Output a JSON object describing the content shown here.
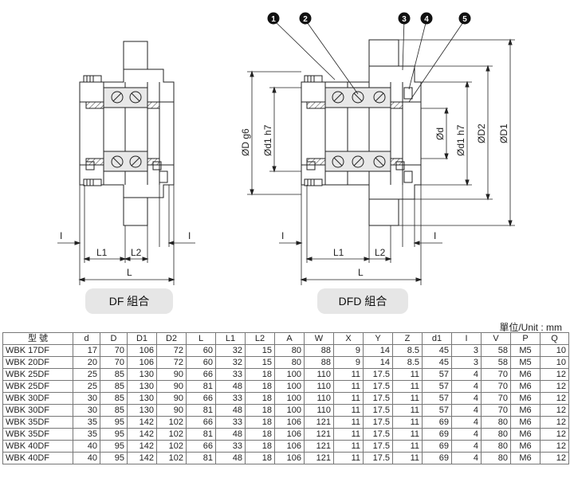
{
  "drawings": {
    "df": {
      "dim_L": "L",
      "dim_L1": "L1",
      "dim_L2": "L2",
      "dim_I_left": "I",
      "dim_I_right": "I",
      "label": "DF 組合"
    },
    "dfd": {
      "dim_L": "L",
      "dim_L1": "L1",
      "dim_L2": "L2",
      "dim_I_left": "I",
      "dim_I_right": "I",
      "dim_D": "ØD g6",
      "dim_d1_left": "Ød1 h7",
      "dim_d": "Ød",
      "dim_d1_right": "Ød1 h7",
      "dim_D2": "ØD2",
      "dim_D1": "ØD1",
      "callouts": [
        "1",
        "2",
        "3",
        "4",
        "5"
      ],
      "label": "DFD 組合"
    }
  },
  "table": {
    "unit_note": "單位/Unit : mm",
    "headers": [
      "型 號",
      "d",
      "D",
      "D1",
      "D2",
      "L",
      "L1",
      "L2",
      "A",
      "W",
      "X",
      "Y",
      "Z",
      "d1",
      "I",
      "V",
      "P",
      "Q"
    ],
    "rows": [
      [
        "WBK 17DF",
        "17",
        "70",
        "106",
        "72",
        "60",
        "32",
        "15",
        "80",
        "88",
        "9",
        "14",
        "8.5",
        "45",
        "3",
        "58",
        "M5",
        "10"
      ],
      [
        "WBK 20DF",
        "20",
        "70",
        "106",
        "72",
        "60",
        "32",
        "15",
        "80",
        "88",
        "9",
        "14",
        "8.5",
        "45",
        "3",
        "58",
        "M5",
        "10"
      ],
      [
        "WBK 25DF",
        "25",
        "85",
        "130",
        "90",
        "66",
        "33",
        "18",
        "100",
        "110",
        "11",
        "17.5",
        "11",
        "57",
        "4",
        "70",
        "M6",
        "12"
      ],
      [
        "WBK 25DF",
        "25",
        "85",
        "130",
        "90",
        "81",
        "48",
        "18",
        "100",
        "110",
        "11",
        "17.5",
        "11",
        "57",
        "4",
        "70",
        "M6",
        "12"
      ],
      [
        "WBK 30DF",
        "30",
        "85",
        "130",
        "90",
        "66",
        "33",
        "18",
        "100",
        "110",
        "11",
        "17.5",
        "11",
        "57",
        "4",
        "70",
        "M6",
        "12"
      ],
      [
        "WBK 30DF",
        "30",
        "85",
        "130",
        "90",
        "81",
        "48",
        "18",
        "100",
        "110",
        "11",
        "17.5",
        "11",
        "57",
        "4",
        "70",
        "M6",
        "12"
      ],
      [
        "WBK 35DF",
        "35",
        "95",
        "142",
        "102",
        "66",
        "33",
        "18",
        "106",
        "121",
        "11",
        "17.5",
        "11",
        "69",
        "4",
        "80",
        "M6",
        "12"
      ],
      [
        "WBK 35DF",
        "35",
        "95",
        "142",
        "102",
        "81",
        "48",
        "18",
        "106",
        "121",
        "11",
        "17.5",
        "11",
        "69",
        "4",
        "80",
        "M6",
        "12"
      ],
      [
        "WBK 40DF",
        "40",
        "95",
        "142",
        "102",
        "66",
        "33",
        "18",
        "106",
        "121",
        "11",
        "17.5",
        "11",
        "69",
        "4",
        "80",
        "M6",
        "12"
      ],
      [
        "WBK 40DF",
        "40",
        "95",
        "142",
        "102",
        "81",
        "48",
        "18",
        "106",
        "121",
        "11",
        "17.5",
        "11",
        "69",
        "4",
        "80",
        "M6",
        "12"
      ]
    ]
  }
}
